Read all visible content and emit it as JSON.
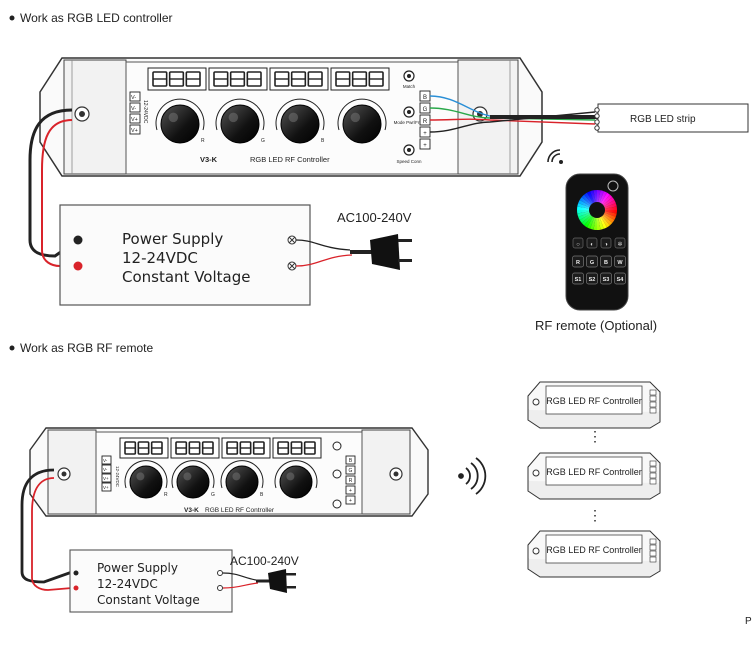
{
  "section1": {
    "heading": "Work as RGB LED controller"
  },
  "section2": {
    "heading": "Work as RGB RF remote"
  },
  "controller": {
    "model": "V3-K",
    "name": "RGB LED RF Controller",
    "input_label": "12-24VDC",
    "input_terminals": [
      "V-",
      "V-",
      "V+",
      "V+"
    ],
    "output_terminals": [
      "B",
      "G",
      "R",
      "+",
      "+"
    ],
    "knob_labels": [
      "R",
      "G",
      "B"
    ],
    "btn_match": "Match",
    "btn_mode": "Mode Pwr/Freq",
    "btn_speed": "Speed Conn"
  },
  "power_supply": {
    "line1": "Power Supply",
    "line2": "12-24VDC",
    "line3": "Constant Voltage"
  },
  "ac_label": "AC100-240V",
  "led_strip": {
    "label": "RGB LED strip"
  },
  "remote": {
    "caption": "RF remote (Optional)",
    "keys": [
      "R",
      "G",
      "B",
      "W",
      "S1",
      "S2",
      "S3",
      "S4"
    ]
  },
  "receivers": {
    "label": "RGB LED RF Controller",
    "ellipsis": "⋮"
  },
  "corner_text": "P"
}
